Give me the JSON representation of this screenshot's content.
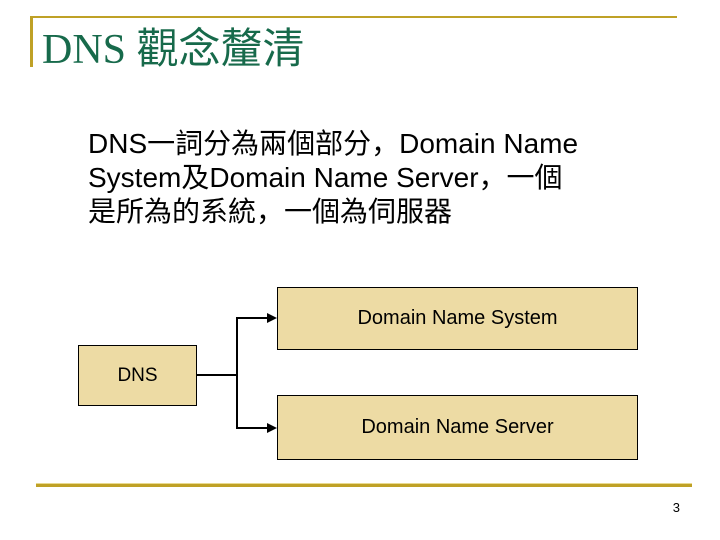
{
  "slide": {
    "title": "DNS 觀念釐清",
    "body": {
      "lines": [
        "DNS一詞分為兩個部分，Domain Name",
        "System及Domain Name Server，一個",
        "是所為的系統，一個為伺服器"
      ]
    },
    "page_number": "3"
  },
  "diagram": {
    "type": "tree",
    "root": {
      "label": "DNS"
    },
    "children": [
      {
        "label": "Domain Name System"
      },
      {
        "label": "Domain Name Server"
      }
    ]
  },
  "colors": {
    "title_green": "#176A4B",
    "accent_gold": "#BFA126",
    "accent_gold_light": "#E8DA90",
    "box_fill": "#EDDBA4",
    "box_border": "#000000",
    "connector": "#000000"
  }
}
